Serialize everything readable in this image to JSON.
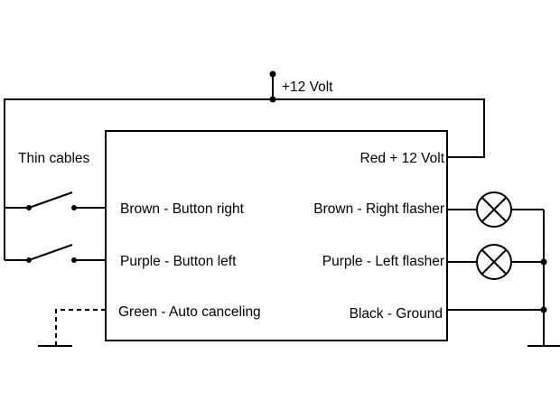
{
  "supply": {
    "label": "+12 Volt"
  },
  "left_section": {
    "label": "Thin cables"
  },
  "module": {
    "left_terminals": [
      {
        "label": "Brown - Button right"
      },
      {
        "label": "Purple - Button left"
      },
      {
        "label": "Green - Auto canceling"
      }
    ],
    "right_terminals": [
      {
        "label": "Red + 12 Volt"
      },
      {
        "label": "Brown - Right flasher"
      },
      {
        "label": "Purple - Left flasher"
      },
      {
        "label": "Black - Ground"
      }
    ]
  },
  "icons": {
    "lamp": "lamp-icon",
    "switch": "switch-icon",
    "ground": "ground-icon"
  }
}
